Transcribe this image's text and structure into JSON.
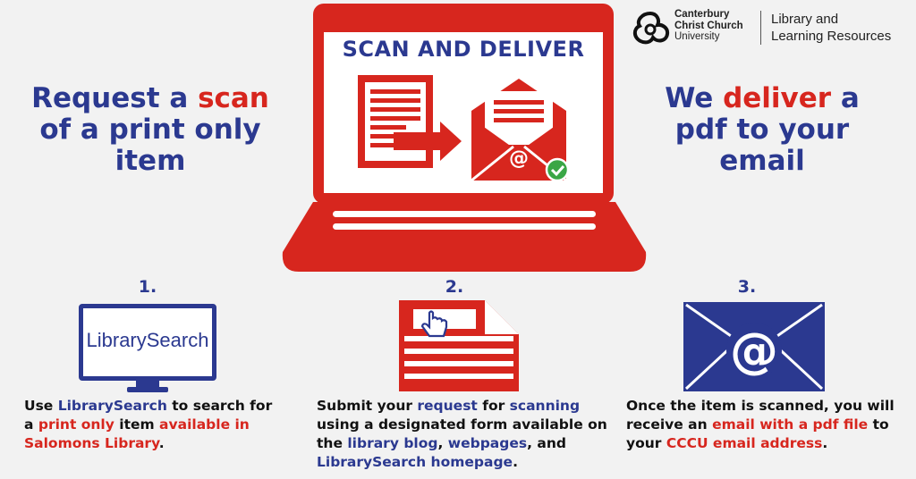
{
  "logo": {
    "university_line1": "Canterbury",
    "university_line2": "Christ Church",
    "university_line3": "University",
    "dept_line1": "Library and",
    "dept_line2": "Learning Resources"
  },
  "left_headline": {
    "line1_a": "Request a ",
    "line1_b": "scan",
    "line2": "of a print only",
    "line3": "item"
  },
  "right_headline": {
    "line1_a": "We ",
    "line1_b": "deliver",
    "line1_c": " a",
    "line2": "pdf to your",
    "line3": "email"
  },
  "laptop": {
    "title": "SCAN AND DELIVER",
    "email_symbol": "@"
  },
  "steps": [
    {
      "number": "1.",
      "icon_text": "LibrarySearch",
      "parts": [
        {
          "text": "Use ",
          "color": "dark"
        },
        {
          "text": "LibrarySearch",
          "color": "navy"
        },
        {
          "text": " to search for a ",
          "color": "dark"
        },
        {
          "text": "print only",
          "color": "red"
        },
        {
          "text": " item ",
          "color": "dark"
        },
        {
          "text": "available in Salomons Library",
          "color": "red"
        },
        {
          "text": ".",
          "color": "dark"
        }
      ]
    },
    {
      "number": "2.",
      "parts": [
        {
          "text": "Submit your ",
          "color": "dark"
        },
        {
          "text": "request",
          "color": "navy"
        },
        {
          "text": " for ",
          "color": "dark"
        },
        {
          "text": "scanning",
          "color": "navy"
        },
        {
          "text": " using a designated form available on the ",
          "color": "dark"
        },
        {
          "text": "library blog",
          "color": "navy"
        },
        {
          "text": ", ",
          "color": "dark"
        },
        {
          "text": "webpages",
          "color": "navy"
        },
        {
          "text": ", and ",
          "color": "dark"
        },
        {
          "text": "LibrarySearch",
          "color": "navy"
        },
        {
          "text": " ",
          "color": "dark"
        },
        {
          "text": "homepage",
          "color": "navy"
        },
        {
          "text": ".",
          "color": "dark"
        }
      ]
    },
    {
      "number": "3.",
      "icon_text": "@",
      "parts": [
        {
          "text": "Once the item is scanned, you will receive an ",
          "color": "dark"
        },
        {
          "text": "email with a pdf file",
          "color": "red"
        },
        {
          "text": " to your ",
          "color": "dark"
        },
        {
          "text": "CCCU email address",
          "color": "red"
        },
        {
          "text": ".",
          "color": "dark"
        }
      ]
    }
  ],
  "colors": {
    "navy": "#2b3990",
    "red": "#d7261e",
    "dark": "#111111",
    "background": "#f2f2f2",
    "check_green": "#3aa645"
  }
}
